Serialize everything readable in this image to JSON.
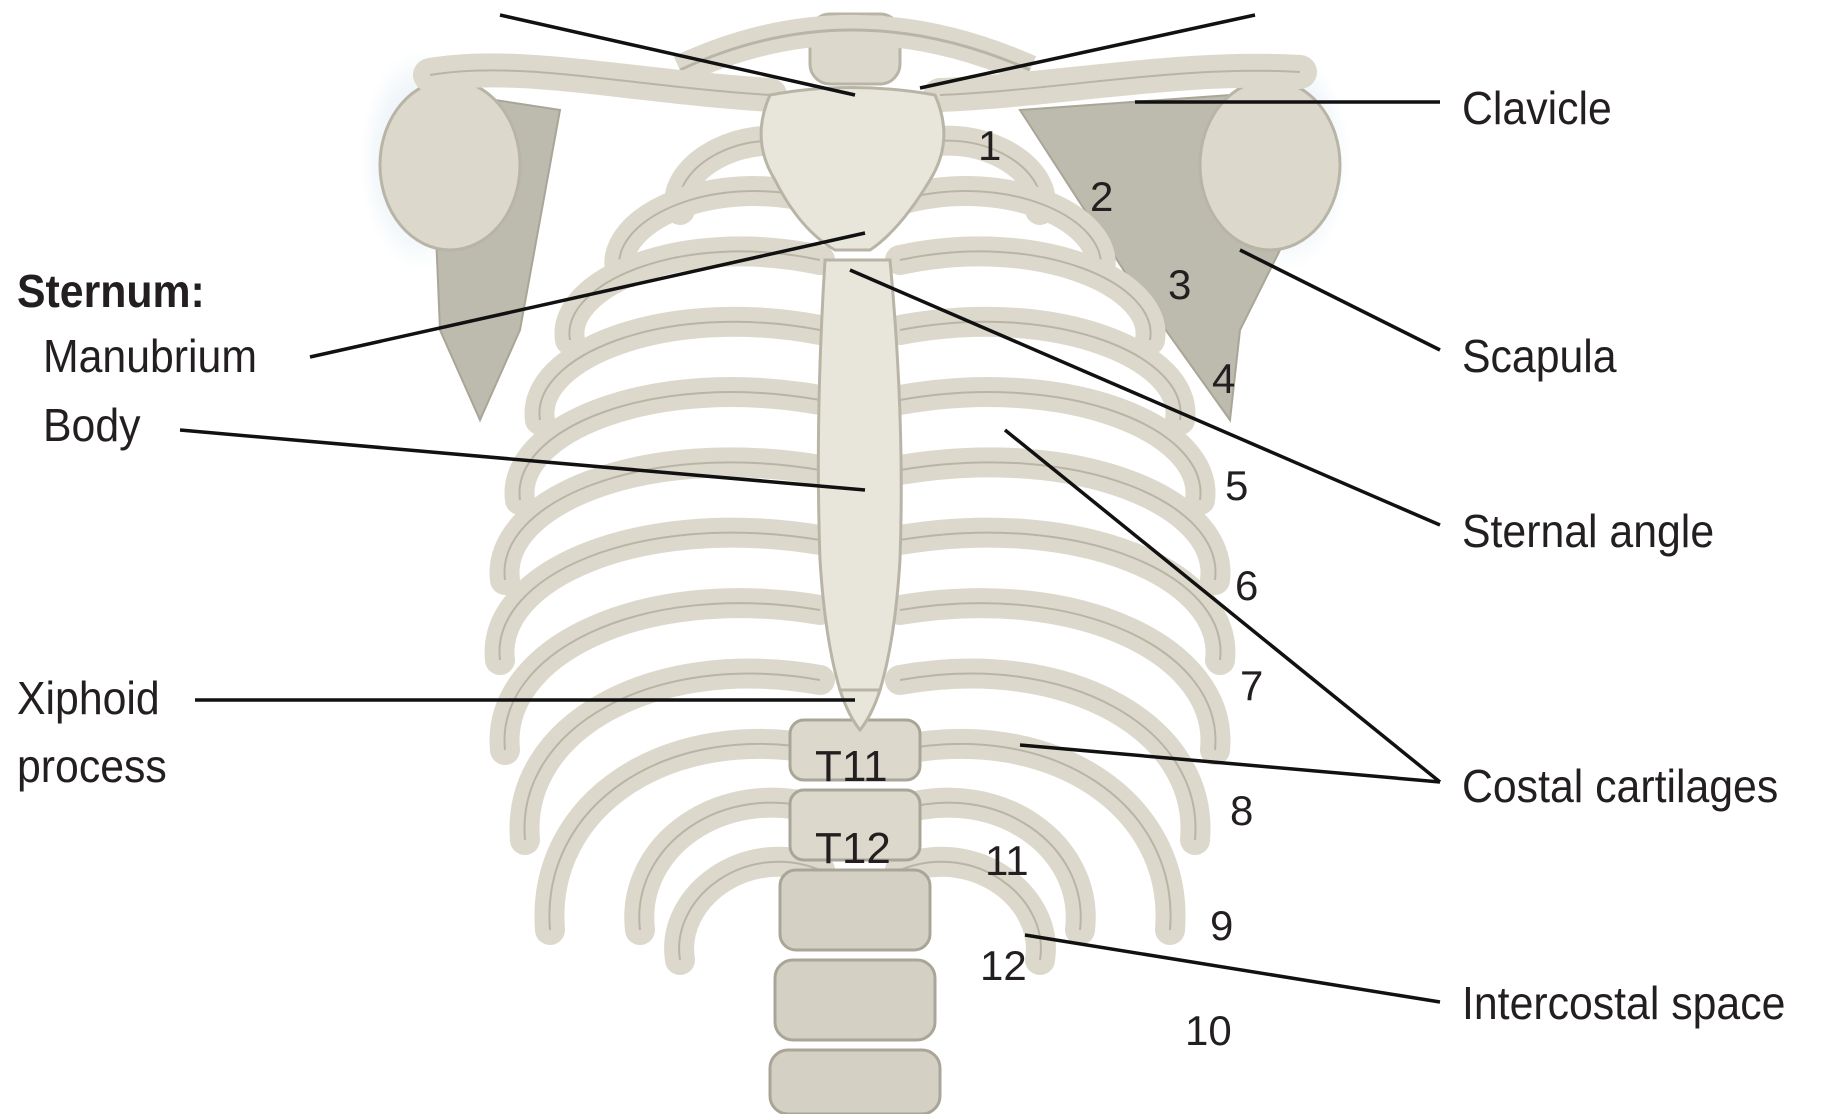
{
  "labels": {
    "sternum_heading": "Sternum:",
    "manubrium": "Manubrium",
    "body": "Body",
    "xiphoid_line1": "Xiphoid",
    "xiphoid_line2": "process",
    "clavicle": "Clavicle",
    "scapula": "Scapula",
    "sternal_angle": "Sternal angle",
    "costal_cartilages": "Costal cartilages",
    "intercostal_space": "Intercostal space"
  },
  "rib_numbers": [
    "1",
    "2",
    "3",
    "4",
    "5",
    "6",
    "7",
    "8",
    "9",
    "10",
    "11",
    "12"
  ],
  "vertebrae": [
    "T11",
    "T12"
  ],
  "colors": {
    "bone": "#dcd9cc",
    "bone_light": "#e8e5da",
    "bone_edge": "#b9b5a6",
    "shadow": "#a9a697",
    "leader": "#111111",
    "text": "#231f20",
    "scapula_glow": "#cfe0ee"
  }
}
